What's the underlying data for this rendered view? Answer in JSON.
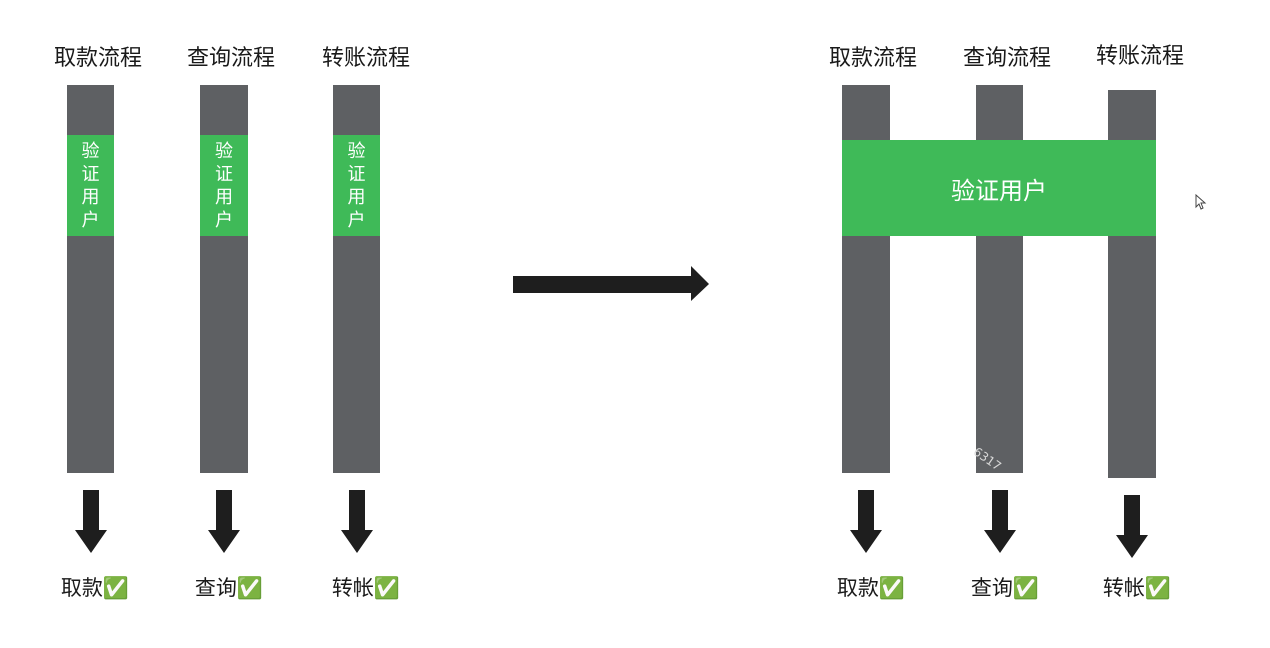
{
  "left": {
    "titles": [
      "取款流程",
      "查询流程",
      "转账流程"
    ],
    "verify_chars": [
      "验",
      "证",
      "用",
      "户"
    ],
    "results": [
      "取款✅",
      "查询✅",
      "转帐✅"
    ]
  },
  "right": {
    "titles": [
      "取款流程",
      "查询流程",
      "转账流程"
    ],
    "verify_label": "验证用户",
    "results": [
      "取款✅",
      "查询✅",
      "转帐✅"
    ]
  },
  "watermark": "6317",
  "colors": {
    "bar": "#5e6063",
    "verify": "#3fba58",
    "arrow": "#1e1e1e"
  }
}
